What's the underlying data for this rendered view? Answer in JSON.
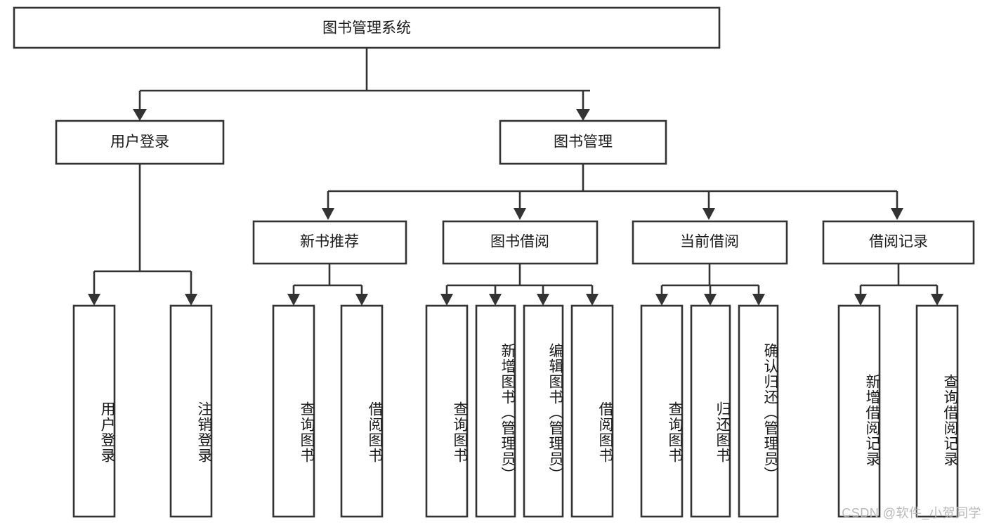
{
  "diagram": {
    "title": "图书管理系统",
    "type": "tree-hierarchy",
    "orientation": "top-down",
    "colors": {
      "box_stroke": "#333333",
      "box_fill": "#ffffff",
      "label_text": "#1a1a1a",
      "background": "#ffffff",
      "watermark": "#b9b9b9"
    },
    "root": {
      "label": "图书管理系统"
    },
    "level1": [
      {
        "id": "user-login",
        "label": "用户登录"
      },
      {
        "id": "book-manage",
        "label": "图书管理"
      }
    ],
    "level2": [
      {
        "id": "new-book-recommend",
        "label": "新书推荐",
        "parent": "book-manage"
      },
      {
        "id": "book-borrow",
        "label": "图书借阅",
        "parent": "book-manage"
      },
      {
        "id": "current-borrow",
        "label": "当前借阅",
        "parent": "book-manage"
      },
      {
        "id": "borrow-record",
        "label": "借阅记录",
        "parent": "book-manage"
      }
    ],
    "leaves": [
      {
        "id": "leaf-user-login",
        "label": "用户登录",
        "parent": "user-login"
      },
      {
        "id": "leaf-logout",
        "label": "注销登录",
        "parent": "user-login"
      },
      {
        "id": "leaf-query-book-rec",
        "label": "查询图书",
        "parent": "new-book-recommend"
      },
      {
        "id": "leaf-borrow-book-rec",
        "label": "借阅图书",
        "parent": "new-book-recommend"
      },
      {
        "id": "leaf-query-book-borrow",
        "label": "查询图书",
        "parent": "book-borrow"
      },
      {
        "id": "leaf-add-book",
        "label": "新增图书（管理员）",
        "parent": "book-borrow"
      },
      {
        "id": "leaf-edit-book",
        "label": "编辑图书（管理员）",
        "parent": "book-borrow"
      },
      {
        "id": "leaf-borrow-book",
        "label": "借阅图书",
        "parent": "book-borrow"
      },
      {
        "id": "leaf-query-book-current",
        "label": "查询图书",
        "parent": "current-borrow"
      },
      {
        "id": "leaf-return-book",
        "label": "归还图书",
        "parent": "current-borrow"
      },
      {
        "id": "leaf-confirm-return",
        "label": "确认归还（管理员）",
        "parent": "current-borrow"
      },
      {
        "id": "leaf-add-record",
        "label": "新增借阅记录",
        "parent": "borrow-record"
      },
      {
        "id": "leaf-query-record",
        "label": "查询借阅记录",
        "parent": "borrow-record"
      }
    ]
  },
  "watermark": {
    "text": "CSDN @软件_小贺同学"
  }
}
